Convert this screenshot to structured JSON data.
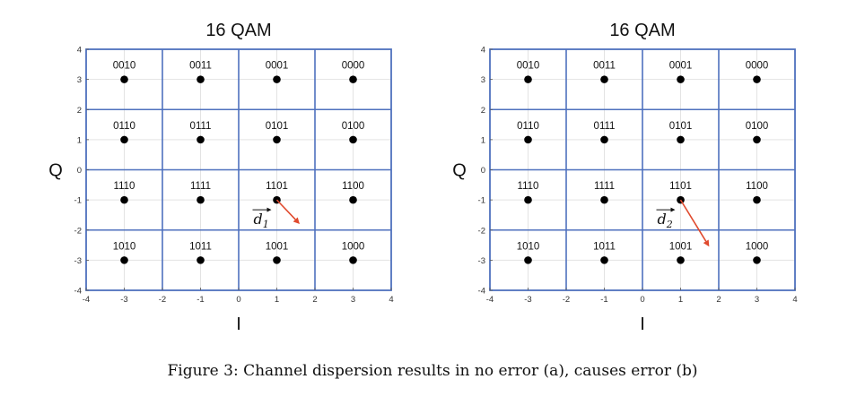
{
  "chart_data": [
    {
      "type": "scatter",
      "title": "16 QAM",
      "xlabel": "I",
      "ylabel": "Q",
      "xlim": [
        -4,
        4
      ],
      "ylim": [
        -4,
        4
      ],
      "xticks": [
        "-4",
        "-3",
        "-2",
        "-1",
        "0",
        "1",
        "2",
        "3",
        "4"
      ],
      "yticks": [
        "4",
        "3",
        "2",
        "1",
        "0",
        "-1",
        "-2",
        "-3",
        "-4"
      ],
      "grid": true,
      "decision_boundaries": [
        -2,
        0,
        2
      ],
      "points": [
        {
          "label": "0010",
          "x": -3,
          "y": 3
        },
        {
          "label": "0011",
          "x": -1,
          "y": 3
        },
        {
          "label": "0001",
          "x": 1,
          "y": 3
        },
        {
          "label": "0000",
          "x": 3,
          "y": 3
        },
        {
          "label": "0110",
          "x": -3,
          "y": 1
        },
        {
          "label": "0111",
          "x": -1,
          "y": 1
        },
        {
          "label": "0101",
          "x": 1,
          "y": 1
        },
        {
          "label": "0100",
          "x": 3,
          "y": 1
        },
        {
          "label": "1110",
          "x": -3,
          "y": -1
        },
        {
          "label": "1111",
          "x": -1,
          "y": -1
        },
        {
          "label": "1101",
          "x": 1,
          "y": -1
        },
        {
          "label": "1100",
          "x": 3,
          "y": -1
        },
        {
          "label": "1010",
          "x": -3,
          "y": -3
        },
        {
          "label": "1011",
          "x": -1,
          "y": -3
        },
        {
          "label": "1001",
          "x": 1,
          "y": -3
        },
        {
          "label": "1000",
          "x": 3,
          "y": -3
        }
      ],
      "arrow": {
        "from": [
          1,
          -1
        ],
        "to": [
          1.6,
          -1.8
        ],
        "color": "#e04a2e",
        "label_base": "d",
        "label_sub": "1"
      }
    },
    {
      "type": "scatter",
      "title": "16 QAM",
      "xlabel": "I",
      "ylabel": "Q",
      "xlim": [
        -4,
        4
      ],
      "ylim": [
        -4,
        4
      ],
      "xticks": [
        "-4",
        "-3",
        "-2",
        "-1",
        "0",
        "1",
        "2",
        "3",
        "4"
      ],
      "yticks": [
        "4",
        "3",
        "2",
        "1",
        "0",
        "-1",
        "-2",
        "-3",
        "-4"
      ],
      "grid": true,
      "decision_boundaries": [
        -2,
        0,
        2
      ],
      "points": [
        {
          "label": "0010",
          "x": -3,
          "y": 3
        },
        {
          "label": "0011",
          "x": -1,
          "y": 3
        },
        {
          "label": "0001",
          "x": 1,
          "y": 3
        },
        {
          "label": "0000",
          "x": 3,
          "y": 3
        },
        {
          "label": "0110",
          "x": -3,
          "y": 1
        },
        {
          "label": "0111",
          "x": -1,
          "y": 1
        },
        {
          "label": "0101",
          "x": 1,
          "y": 1
        },
        {
          "label": "0100",
          "x": 3,
          "y": 1
        },
        {
          "label": "1110",
          "x": -3,
          "y": -1
        },
        {
          "label": "1111",
          "x": -1,
          "y": -1
        },
        {
          "label": "1101",
          "x": 1,
          "y": -1
        },
        {
          "label": "1100",
          "x": 3,
          "y": -1
        },
        {
          "label": "1010",
          "x": -3,
          "y": -3
        },
        {
          "label": "1011",
          "x": -1,
          "y": -3
        },
        {
          "label": "1001",
          "x": 1,
          "y": -3
        },
        {
          "label": "1000",
          "x": 3,
          "y": -3
        }
      ],
      "arrow": {
        "from": [
          1,
          -1
        ],
        "to": [
          1.75,
          -2.55
        ],
        "color": "#e04a2e",
        "label_base": "d",
        "label_sub": "2"
      }
    }
  ],
  "caption": "Figure 3: Channel dispersion results in no error (a), causes error (b)",
  "colors": {
    "grid_box": "#4f71be",
    "gridline": "#e3e3e3",
    "point": "#000000",
    "arrow": "#e04a2e"
  }
}
